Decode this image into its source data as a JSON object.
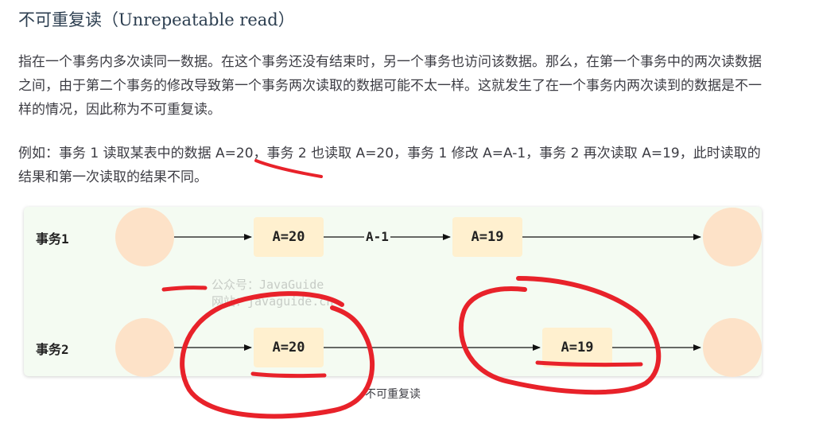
{
  "heading": "不可重复读（Unrepeatable read）",
  "paragraph_1": "指在一个事务内多次读同一数据。在这个事务还没有结束时，另一个事务也访问该数据。那么，在第一个事务中的两次读数据之间，由于第二个事务的修改导致第一个事务两次读取的数据可能不太一样。这就发生了在一个事务内两次读到的数据是不一样的情况，因此称为不可重复读。",
  "paragraph_2": "例如：事务 1 读取某表中的数据 A=20，事务 2 也读取 A=20，事务 1 修改 A=A-1，事务 2 再次读取 A=19，此时读取的结果和第一次读取的结果不同。",
  "diagram": {
    "row_1": {
      "label": "事务1",
      "box_1": "A=20",
      "operation": "A-1",
      "box_2": "A=19"
    },
    "row_2": {
      "label": "事务2",
      "box_1": "A=20",
      "box_2": "A=19"
    },
    "watermark_line_1": "公众号：JavaGuide",
    "watermark_line_2": "网站：javaguide.cn"
  },
  "caption": "不可重复读",
  "colors": {
    "figure_background": "#f4fbf2",
    "circle_fill": "#fde2c8",
    "value_box_fill": "#fff0cf",
    "annotation_red": "#e8222a"
  }
}
